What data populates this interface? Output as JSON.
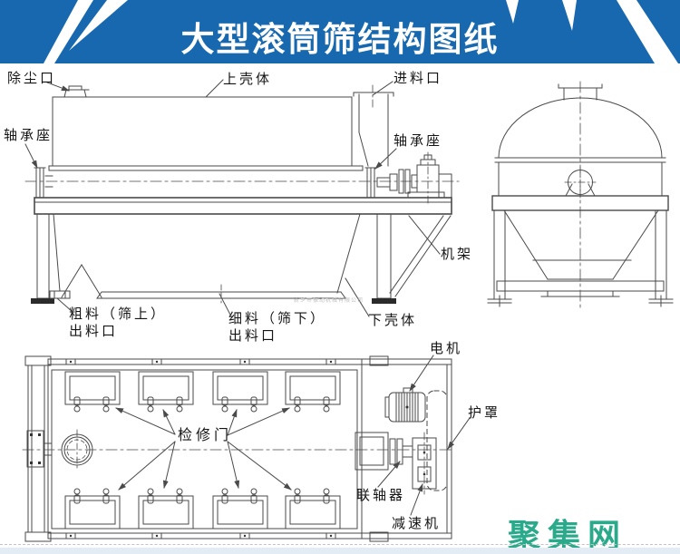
{
  "header": {
    "title": "大型滚筒筛结构图纸",
    "bg_color": "#1768af",
    "stripe_color": "#ffffff"
  },
  "side_view": {
    "labels": {
      "dust_port": "除尘口",
      "upper_shell": "上壳体",
      "feed_inlet": "进料口",
      "bearing_left": "轴承座",
      "bearing_right": "轴承座",
      "frame": "机架",
      "coarse_outlet_line1": "粗料（筛上）",
      "coarse_outlet_line2": "出料口",
      "fine_outlet_line1": "细料（筛下）",
      "fine_outlet_line2": "出料口",
      "lower_shell": "下壳体"
    }
  },
  "plan_view": {
    "labels": {
      "inspection_door": "检修门",
      "motor": "电机",
      "guard": "护罩",
      "coupling": "联轴器",
      "reducer": "减速机"
    }
  },
  "watermarks": {
    "company": "新乡市振动机械有限公司",
    "logo": "聚集网",
    "logo_color": "#2ba98b"
  }
}
